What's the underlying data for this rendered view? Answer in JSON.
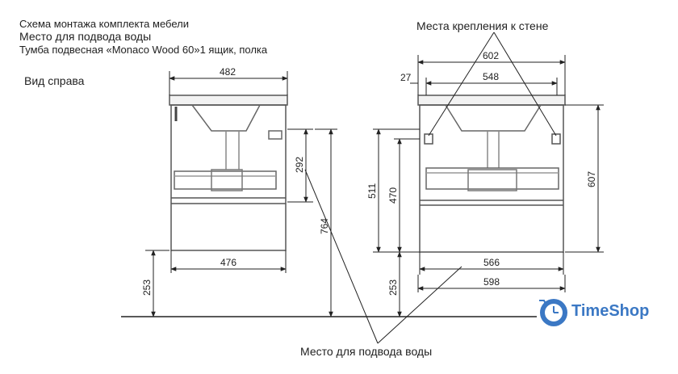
{
  "header": {
    "line1": "Схема монтажа комплекта мебели",
    "line2": "Место для подвода воды",
    "line3": "Тумба подвесная «Monaco Wood 60»1 ящик, полка"
  },
  "left_view": {
    "label": "Вид справа",
    "dims": {
      "top_width": "482",
      "bottom_width": "476",
      "drain_height": "292",
      "total_height": "764",
      "floor_gap": "253"
    }
  },
  "front_view": {
    "wall_label": "Места крепления к стене",
    "dims": {
      "top_width": "602",
      "offset": "27",
      "mount_span": "548",
      "height_511": "511",
      "height_470": "470",
      "height_607": "607",
      "floor_gap": "253",
      "inner_width": "566",
      "outer_width": "598"
    }
  },
  "footer_label": "Место для подвода воды",
  "brand": {
    "name": "TimeShop",
    "color": "#3b78c4"
  }
}
